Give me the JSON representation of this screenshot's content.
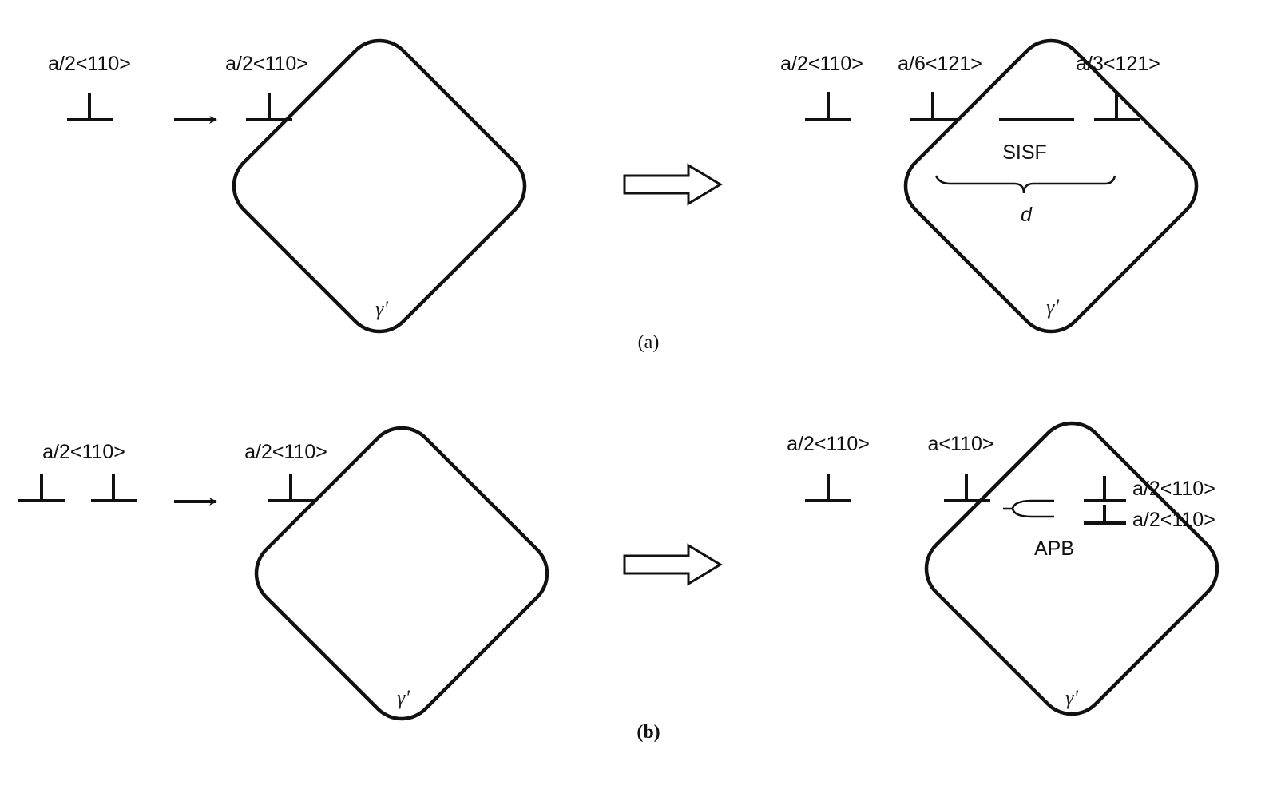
{
  "panel_a": {
    "left_label_1": "a/2<110>",
    "left_label_2": "a/2<110>",
    "right_label_1": "a/2<110>",
    "right_label_2": "a/6<121>",
    "right_label_3": "a/3<121>",
    "fault_label": "SISF",
    "spacing_label": "d",
    "precipitate_left": "γ'",
    "precipitate_right": "γ'",
    "caption": "(a)"
  },
  "panel_b": {
    "left_label_1": "a/2<110>",
    "left_label_2": "a/2<110>",
    "right_label_1": "a/2<110>",
    "right_label_2": "a<110>",
    "right_label_3": "a/2<110>",
    "right_label_4": "a/2<110>",
    "boundary_label": "APB",
    "precipitate_left": "γ'",
    "precipitate_right": "γ'",
    "caption": "(b)"
  }
}
